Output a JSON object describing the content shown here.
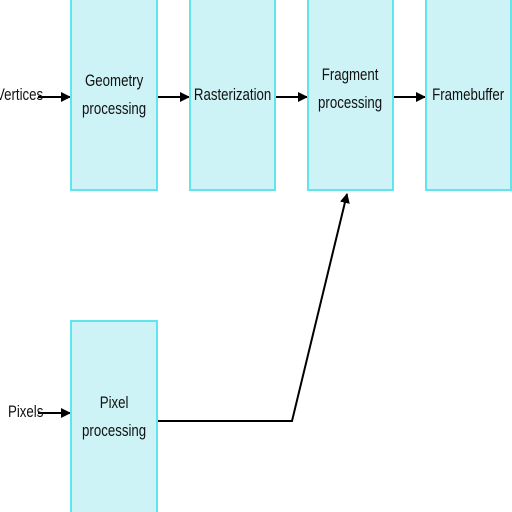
{
  "diagram": {
    "inputs": {
      "vertices": "Vertices",
      "pixels": "Pixels"
    },
    "stages": {
      "geometry": "Geometry\nprocessing",
      "rasterization": "Rasterization",
      "fragment": "Fragment\nprocessing",
      "framebuffer": "Framebuffer",
      "pixel": "Pixel\nprocessing"
    },
    "colors": {
      "box_fill": "#cdf3f6",
      "box_border": "#63e3ec",
      "line": "#000000"
    }
  }
}
